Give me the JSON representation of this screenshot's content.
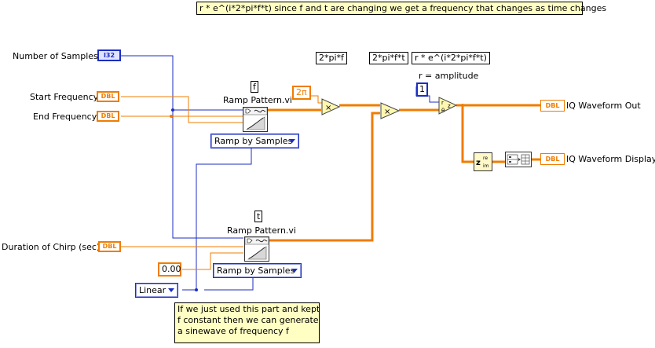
{
  "top_comment": "r * e^(i*2*pi*f*t) since f and t are changing we get a frequency that changes as time changes",
  "free_labels": {
    "two_pi_f": "2*pi*f",
    "two_pi_f_t": "2*pi*f*t",
    "r_exp": "r * e^(i*2*pi*f*t)",
    "r_amplitude": "r = amplitude"
  },
  "controls": {
    "num_samples": {
      "label": "Number of Samples",
      "type": "I32"
    },
    "start_freq": {
      "label": "Start Frequency",
      "type": "DBL"
    },
    "end_freq": {
      "label": "End Frequency",
      "type": "DBL"
    },
    "duration": {
      "label": "Duration of Chirp (sec)",
      "type": "DBL"
    }
  },
  "indicators": {
    "iq_out": {
      "label": "IQ Waveform Out",
      "type": "DBL"
    },
    "iq_display": {
      "label": "IQ Waveform Display",
      "type": "DBL"
    }
  },
  "ramp_f": {
    "var": "f",
    "title": "Ramp Pattern.vi",
    "mode": "Ramp by Samples"
  },
  "ramp_t": {
    "var": "t",
    "title": "Ramp Pattern.vi",
    "mode": "Ramp by Samples"
  },
  "constants": {
    "two_pi": "2π",
    "zero": "0.00",
    "one": "1",
    "linear": "Linear"
  },
  "bottom_comment": [
    "If we just used this part and kept",
    "f constant then we can generate",
    "a sinewave of frequency f"
  ],
  "colors": {
    "float_wire": "#f07c00",
    "int_wire": "#1c2ec0",
    "note_bg": "#ffffc4"
  }
}
